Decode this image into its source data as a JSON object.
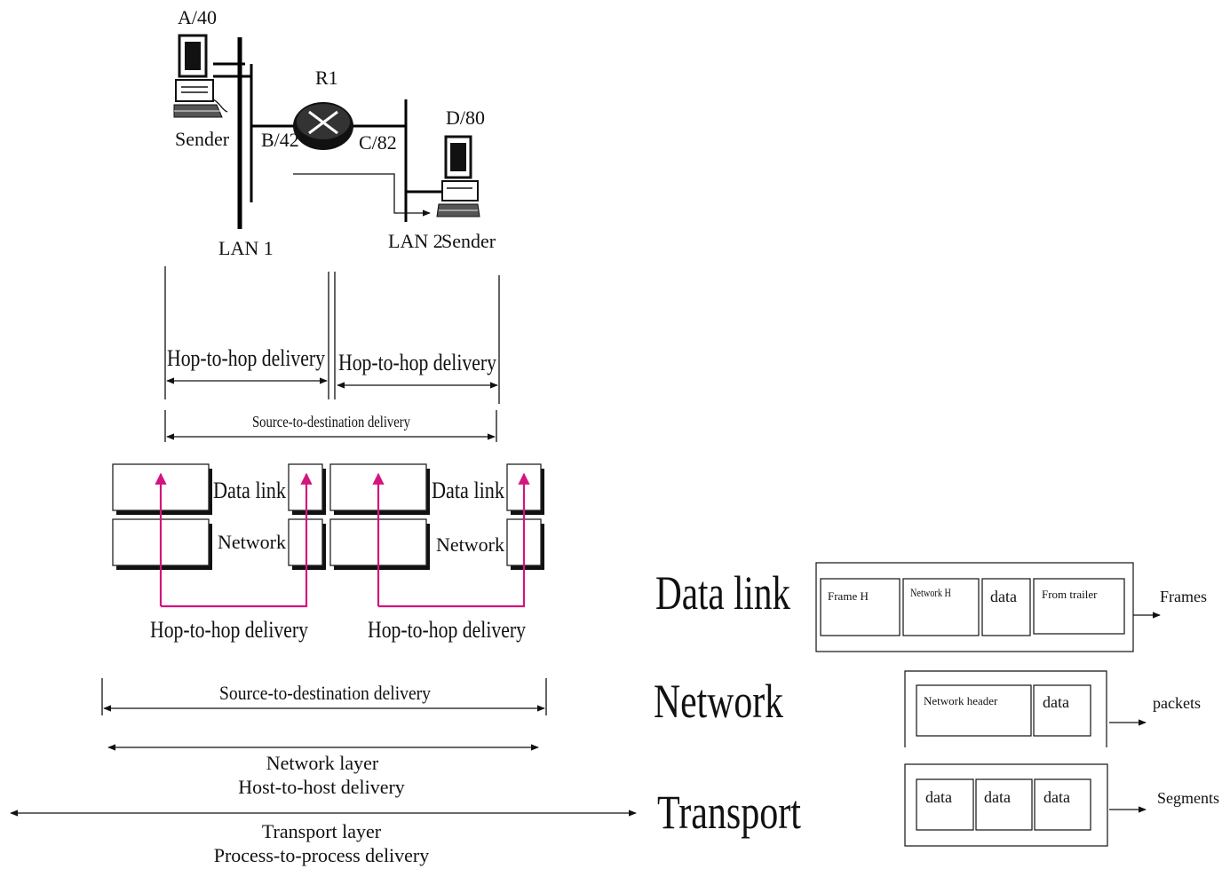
{
  "network": {
    "host_a": "A/40",
    "sender_left": "Sender",
    "router": "R1",
    "port_left": "B/42",
    "port_right": "C/82",
    "host_d": "D/80",
    "sender_right": "Sender",
    "lan1": "LAN 1",
    "lan2": "LAN 2"
  },
  "upper_delivery": {
    "hop1": "Hop-to-hop delivery",
    "hop2": "Hop-to-hop delivery",
    "source_dest": "Source-to-destination delivery"
  },
  "layers_left": {
    "datalink_1": "Data link",
    "datalink_2": "Data link",
    "network_1": "Network",
    "network_2": "Network",
    "hop1": "Hop-to-hop delivery",
    "hop2": "Hop-to-hop delivery"
  },
  "lower_delivery": {
    "source_dest": "Source-to-destination delivery",
    "network_layer": "Network layer",
    "host_to_host": "Host-to-host delivery",
    "transport_layer": "Transport layer",
    "process_to_process": "Process-to-process delivery"
  },
  "encapsulation": {
    "datalink_label": "Data link",
    "network_label": "Network",
    "transport_label": "Transport",
    "frame_h": "Frame H",
    "network_h": "Network H",
    "frame_data": "data",
    "frame_trailer": "From trailer",
    "frames": "Frames",
    "network_header": "Network header",
    "packet_data": "data",
    "packets": "packets",
    "seg1": "data",
    "seg2": "data",
    "seg3": "data",
    "segments": "Segments"
  },
  "colors": {
    "arrow_accent": "#d4147f",
    "line": "#111111"
  }
}
